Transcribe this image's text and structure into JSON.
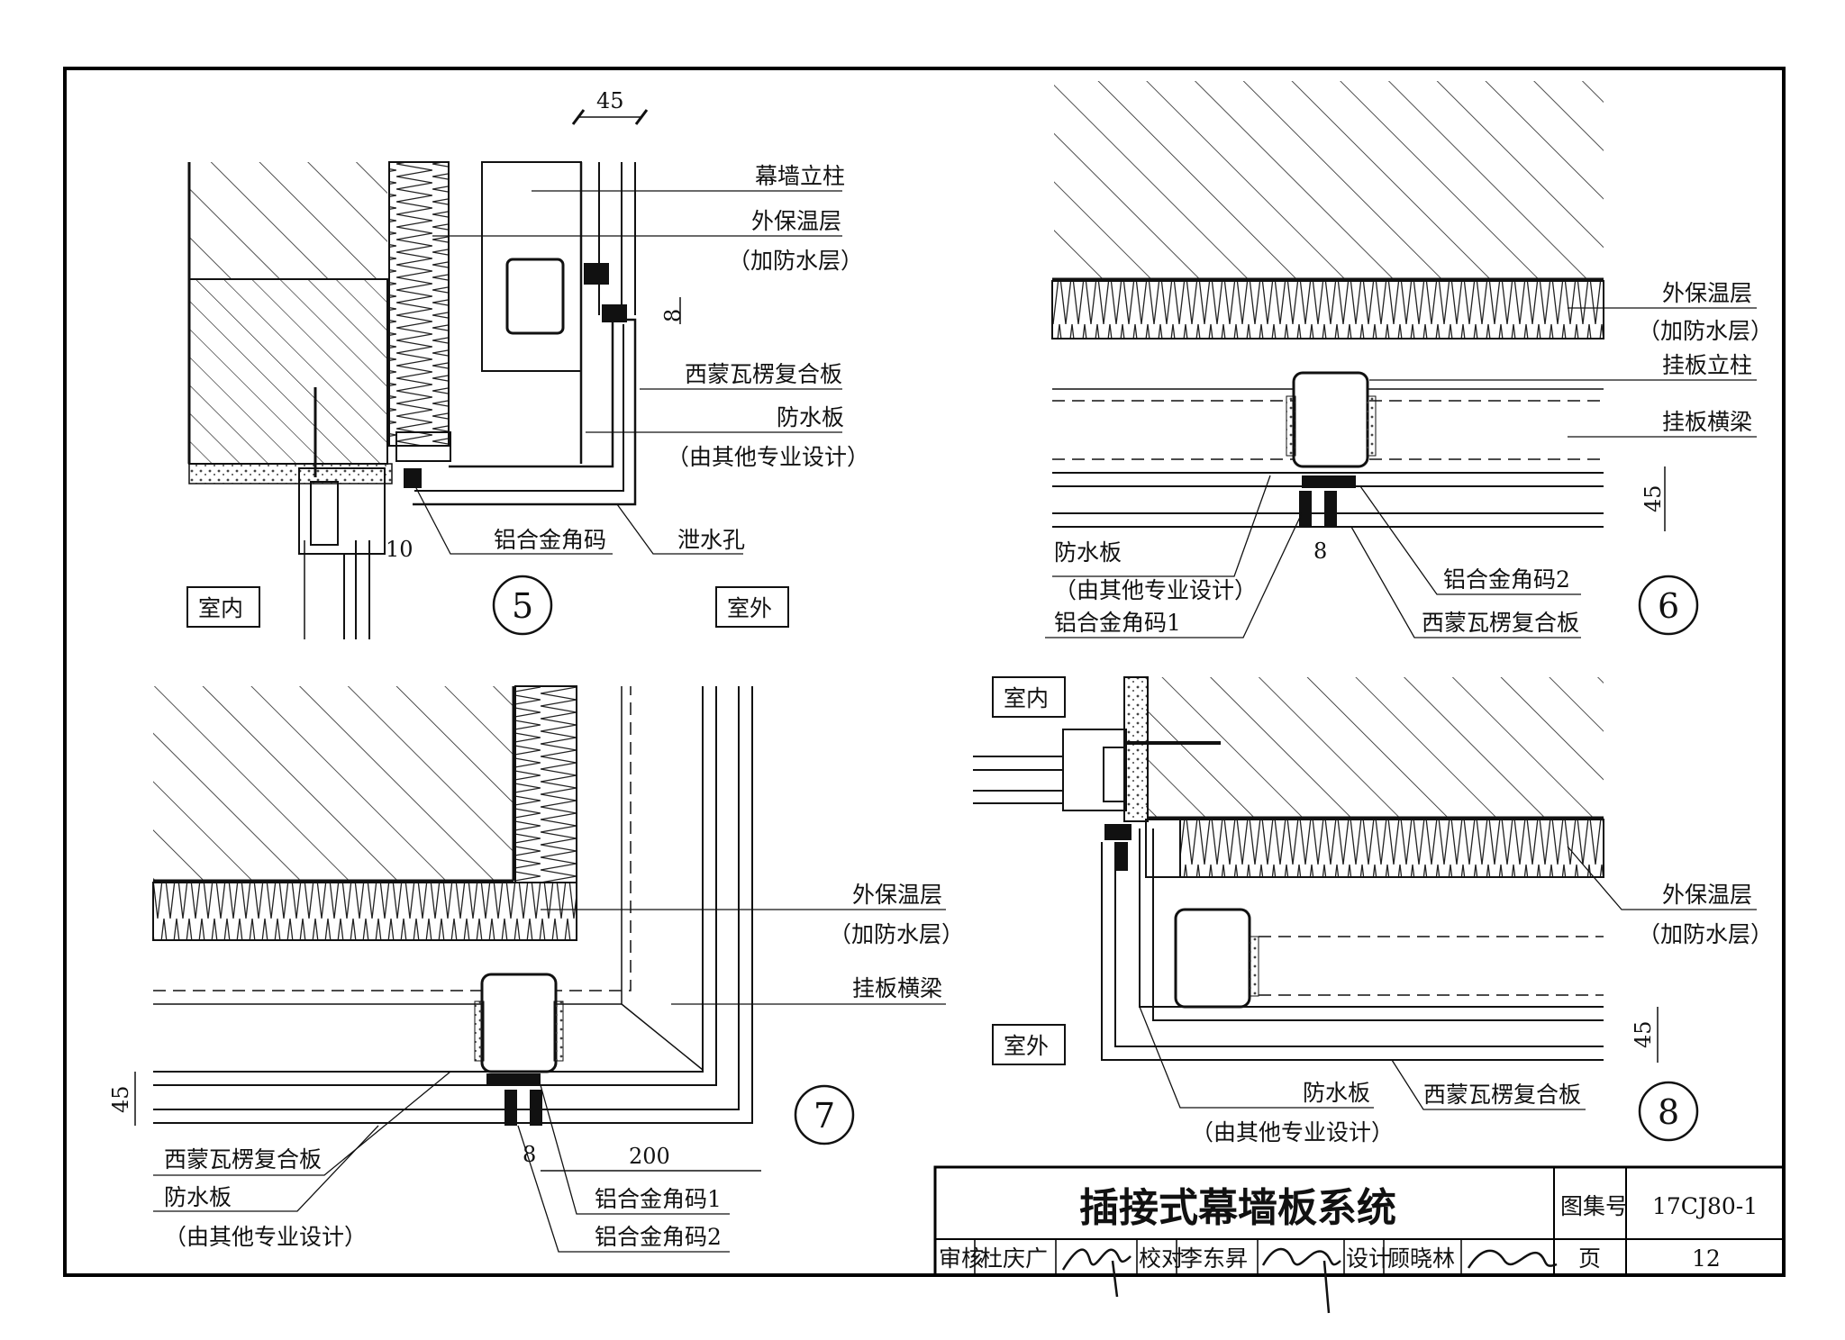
{
  "details": {
    "d5": {
      "number": "5",
      "dim_top": "45",
      "dim_gap": "8",
      "dim_bottom": "10",
      "labels": {
        "column": "幕墙立柱",
        "insulation": "外保温层",
        "insulation_sub": "（加防水层）",
        "panel": "西蒙瓦楞复合板",
        "waterproof": "防水板",
        "waterproof_sub": "（由其他专业设计）",
        "angle": "铝合金角码",
        "drain": "泄水孔",
        "indoor": "室内",
        "outdoor": "室外"
      }
    },
    "d6": {
      "number": "6",
      "dim_side": "45",
      "dim_gap": "8",
      "labels": {
        "insulation": "外保温层",
        "insulation_sub": "（加防水层）",
        "column": "挂板立柱",
        "beam": "挂板横梁",
        "waterproof": "防水板",
        "waterproof_sub": "（由其他专业设计）",
        "angle1": "铝合金角码1",
        "angle2": "铝合金角码2",
        "panel": "西蒙瓦楞复合板"
      }
    },
    "d7": {
      "number": "7",
      "dim_side": "45",
      "dim_gap": "8",
      "dim_width": "200",
      "labels": {
        "insulation": "外保温层",
        "insulation_sub": "（加防水层）",
        "beam": "挂板横梁",
        "panel": "西蒙瓦楞复合板",
        "waterproof": "防水板",
        "waterproof_sub": "（由其他专业设计）",
        "angle1": "铝合金角码1",
        "angle2": "铝合金角码2"
      }
    },
    "d8": {
      "number": "8",
      "dim_side": "45",
      "labels": {
        "indoor": "室内",
        "outdoor": "室外",
        "insulation": "外保温层",
        "insulation_sub": "（加防水层）",
        "waterproof": "防水板",
        "waterproof_sub": "（由其他专业设计）",
        "panel": "西蒙瓦楞复合板"
      }
    }
  },
  "title_block": {
    "title": "插接式幕墙板系统",
    "atlas_label": "图集号",
    "atlas_no": "17CJ80-1",
    "review_label": "审核",
    "reviewer": "杜庆广",
    "check_label": "校对",
    "checker": "李东昇",
    "design_label": "设计",
    "designer": "顾晓林",
    "page_label": "页",
    "page_no": "12"
  }
}
